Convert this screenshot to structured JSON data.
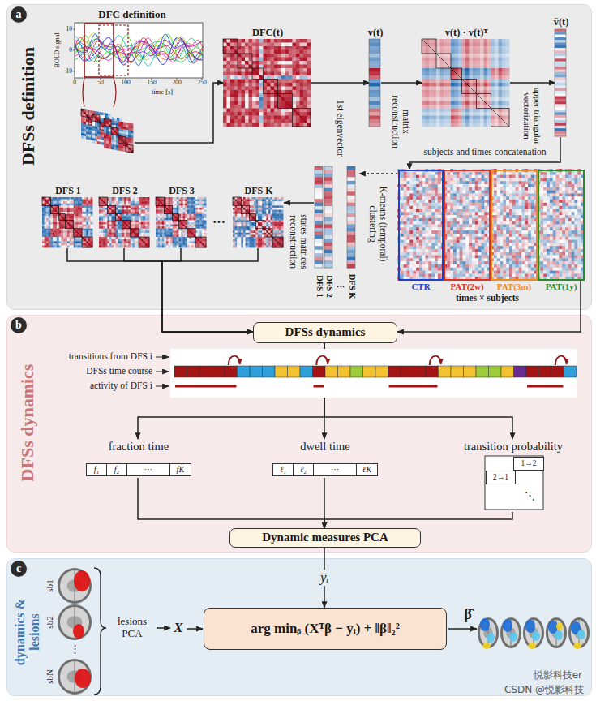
{
  "diagram": {
    "nodes": [
      {
        "text": [
          "a",
          "DFSs definition"
        ]
      },
      {
        "text": [
          "DFC definition"
        ],
        "in": 0
      },
      {
        "text": [
          "DFC(t)"
        ],
        "in": 0
      },
      {
        "text": [
          "v(t)"
        ],
        "in": 0
      },
      {
        "text": [
          "v(t) · v(t)ᵀ"
        ],
        "in": 0
      },
      {
        "text": [
          "ṽ(t)"
        ],
        "in": 0
      },
      {
        "text": [
          "times × subjects"
        ],
        "in": 0
      },
      {
        "text": [
          "CTR"
        ],
        "in": 6
      },
      {
        "text": [
          "PAT(2w)"
        ],
        "in": 6
      },
      {
        "text": [
          "PAT(3m)"
        ],
        "in": 6
      },
      {
        "text": [
          "PAT(1y)"
        ],
        "in": 6
      },
      {
        "text": [
          "DFS 1",
          "DFS 2",
          "⋮",
          "DFS K"
        ],
        "in": 0
      },
      {
        "text": [
          "DFS 1"
        ],
        "in": 0
      },
      {
        "text": [
          "DFS 2"
        ],
        "in": 0
      },
      {
        "text": [
          "DFS 3"
        ],
        "in": 0
      },
      {
        "text": [
          "DFS K"
        ],
        "in": 0
      },
      {
        "text": [
          "b",
          "DFSs dynamics"
        ]
      },
      {
        "text": [
          "DFSs dynamics"
        ],
        "in": 16
      },
      {
        "text": [
          "fraction time",
          "f₁",
          "f₂",
          "···",
          "fK"
        ],
        "in": 16
      },
      {
        "text": [
          "dwell time",
          "ℓ₁",
          "ℓ₂",
          "···",
          "ℓK"
        ],
        "in": 16
      },
      {
        "text": [
          "transition probability",
          "1→2",
          "2→1",
          "⋱"
        ],
        "in": 16
      },
      {
        "text": [
          "Dynamic measures PCA"
        ],
        "in": 16
      },
      {
        "text": [
          "c",
          "dynamics & lesions"
        ]
      },
      {
        "text": [
          "arg minᵦ (Xᵀβ − yᵢ) + ‖β‖₂²"
        ],
        "in": 22
      }
    ],
    "edges": [
      {
        "from": 1,
        "to": 2,
        "arrow": "to"
      },
      {
        "from": 2,
        "to": 3,
        "label": "1st eigenvector",
        "arrow": "to"
      },
      {
        "from": 3,
        "to": 4,
        "label": "matrix reconstruction",
        "arrow": "to"
      },
      {
        "from": 4,
        "to": 5,
        "label": "upper triangular vectorization",
        "arrow": "to"
      },
      {
        "from": 5,
        "to": 6,
        "label": "subjects and times concatenation",
        "arrow": "to"
      },
      {
        "from": 6,
        "to": 11,
        "label": "K-means (temporal) clustering",
        "arrow": "to"
      },
      {
        "from": 11,
        "to": 15,
        "label": "states matrices reconstruction",
        "arrow": "to"
      },
      {
        "from": 12,
        "to": 17,
        "arrow": "to"
      },
      {
        "from": 13,
        "to": 17,
        "arrow": "to"
      },
      {
        "from": 14,
        "to": 17,
        "arrow": "to"
      },
      {
        "from": 15,
        "to": 17,
        "arrow": "to"
      },
      {
        "from": 6,
        "to": 17,
        "arrow": "to"
      },
      {
        "from": 17,
        "to": 18,
        "arrow": "to"
      },
      {
        "from": 17,
        "to": 19,
        "arrow": "to"
      },
      {
        "from": 17,
        "to": 20,
        "arrow": "to"
      },
      {
        "from": 18,
        "to": 21,
        "arrow": "to"
      },
      {
        "from": 19,
        "to": 21,
        "arrow": "to"
      },
      {
        "from": 20,
        "to": 21,
        "arrow": "to"
      },
      {
        "from": 21,
        "to": 23,
        "label": "yᵢ",
        "arrow": "to"
      }
    ],
    "labels": [
      "10",
      "0",
      "-10",
      "0",
      "50",
      "100",
      "150",
      "200",
      "250",
      "BOLD signal",
      "time [s]",
      "···",
      "transitions from DFS i",
      "DFSs time course",
      "activity of DFS i",
      "sb1",
      "sb2",
      "⋮",
      "sbN",
      "lesions PCA",
      "X",
      "β̂",
      "悦影科技er",
      "CSDN @悦影科技"
    ]
  }
}
